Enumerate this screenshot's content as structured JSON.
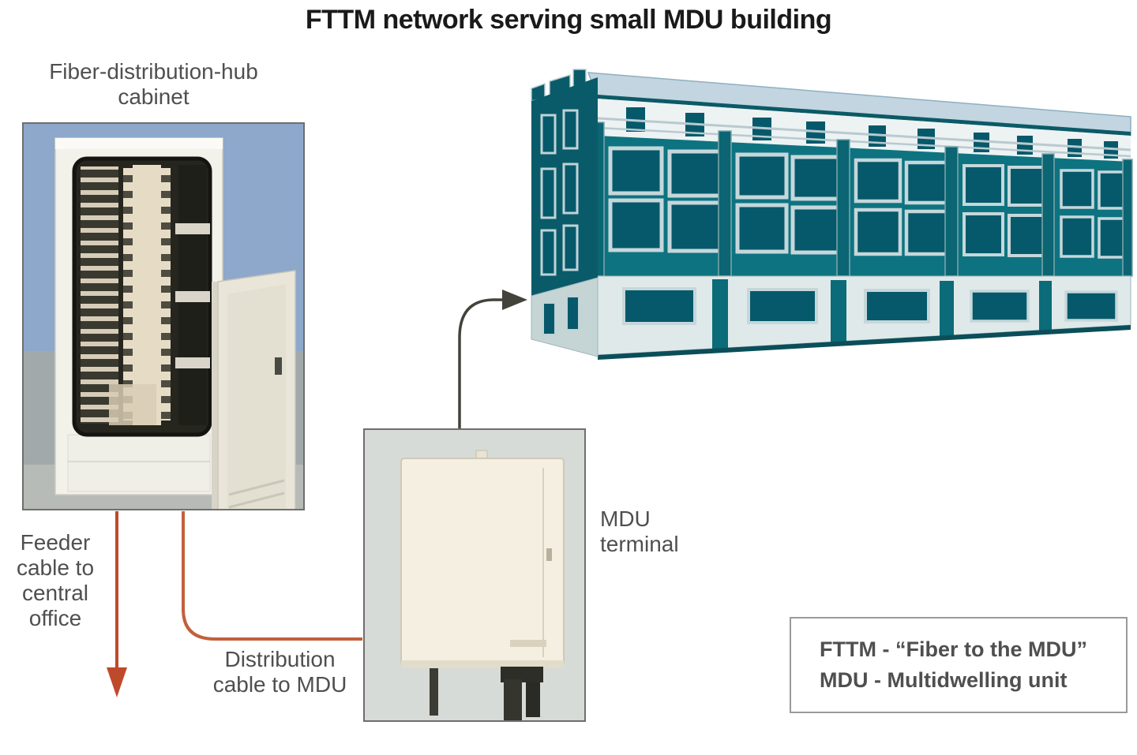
{
  "title": "FTTM network serving small MDU building",
  "diagram": {
    "cabinet_label": "Fiber-distribution-hub\ncabinet",
    "feeder_label": "Feeder\ncable to\ncentral\noffice",
    "distribution_label": "Distribution\ncable to MDU",
    "terminal_label": "MDU\nterminal"
  },
  "legend": {
    "line1": "FTTM - “Fiber to the MDU”",
    "line2": "MDU - Multidwelling unit"
  },
  "icons": {
    "feeder_arrow": "down-arrow",
    "building_arrow": "curved-right-arrow"
  },
  "colors": {
    "title_text": "#1a1a1a",
    "label_text": "#4f4f4f",
    "sky": "#8da8cb",
    "photo_border": "#6e6e6e",
    "feeder_cable": "#bf4a2b",
    "distribution_cable": "#c2603c",
    "arrow": "#43433c",
    "building_wall": "#0e7380",
    "building_dark": "#0a5b69",
    "building_glass": "#06596a",
    "building_frame": "#c6d7db",
    "building_roof": "#c2d5e1",
    "building_band": "#edf2f3",
    "building_base": "#dfe9e9",
    "legend_border": "#9a9a9a",
    "cabinet_body": "#f2f1ea",
    "terminal_bg": "#d6dbd8",
    "terminal_box": "#f4efe1"
  }
}
